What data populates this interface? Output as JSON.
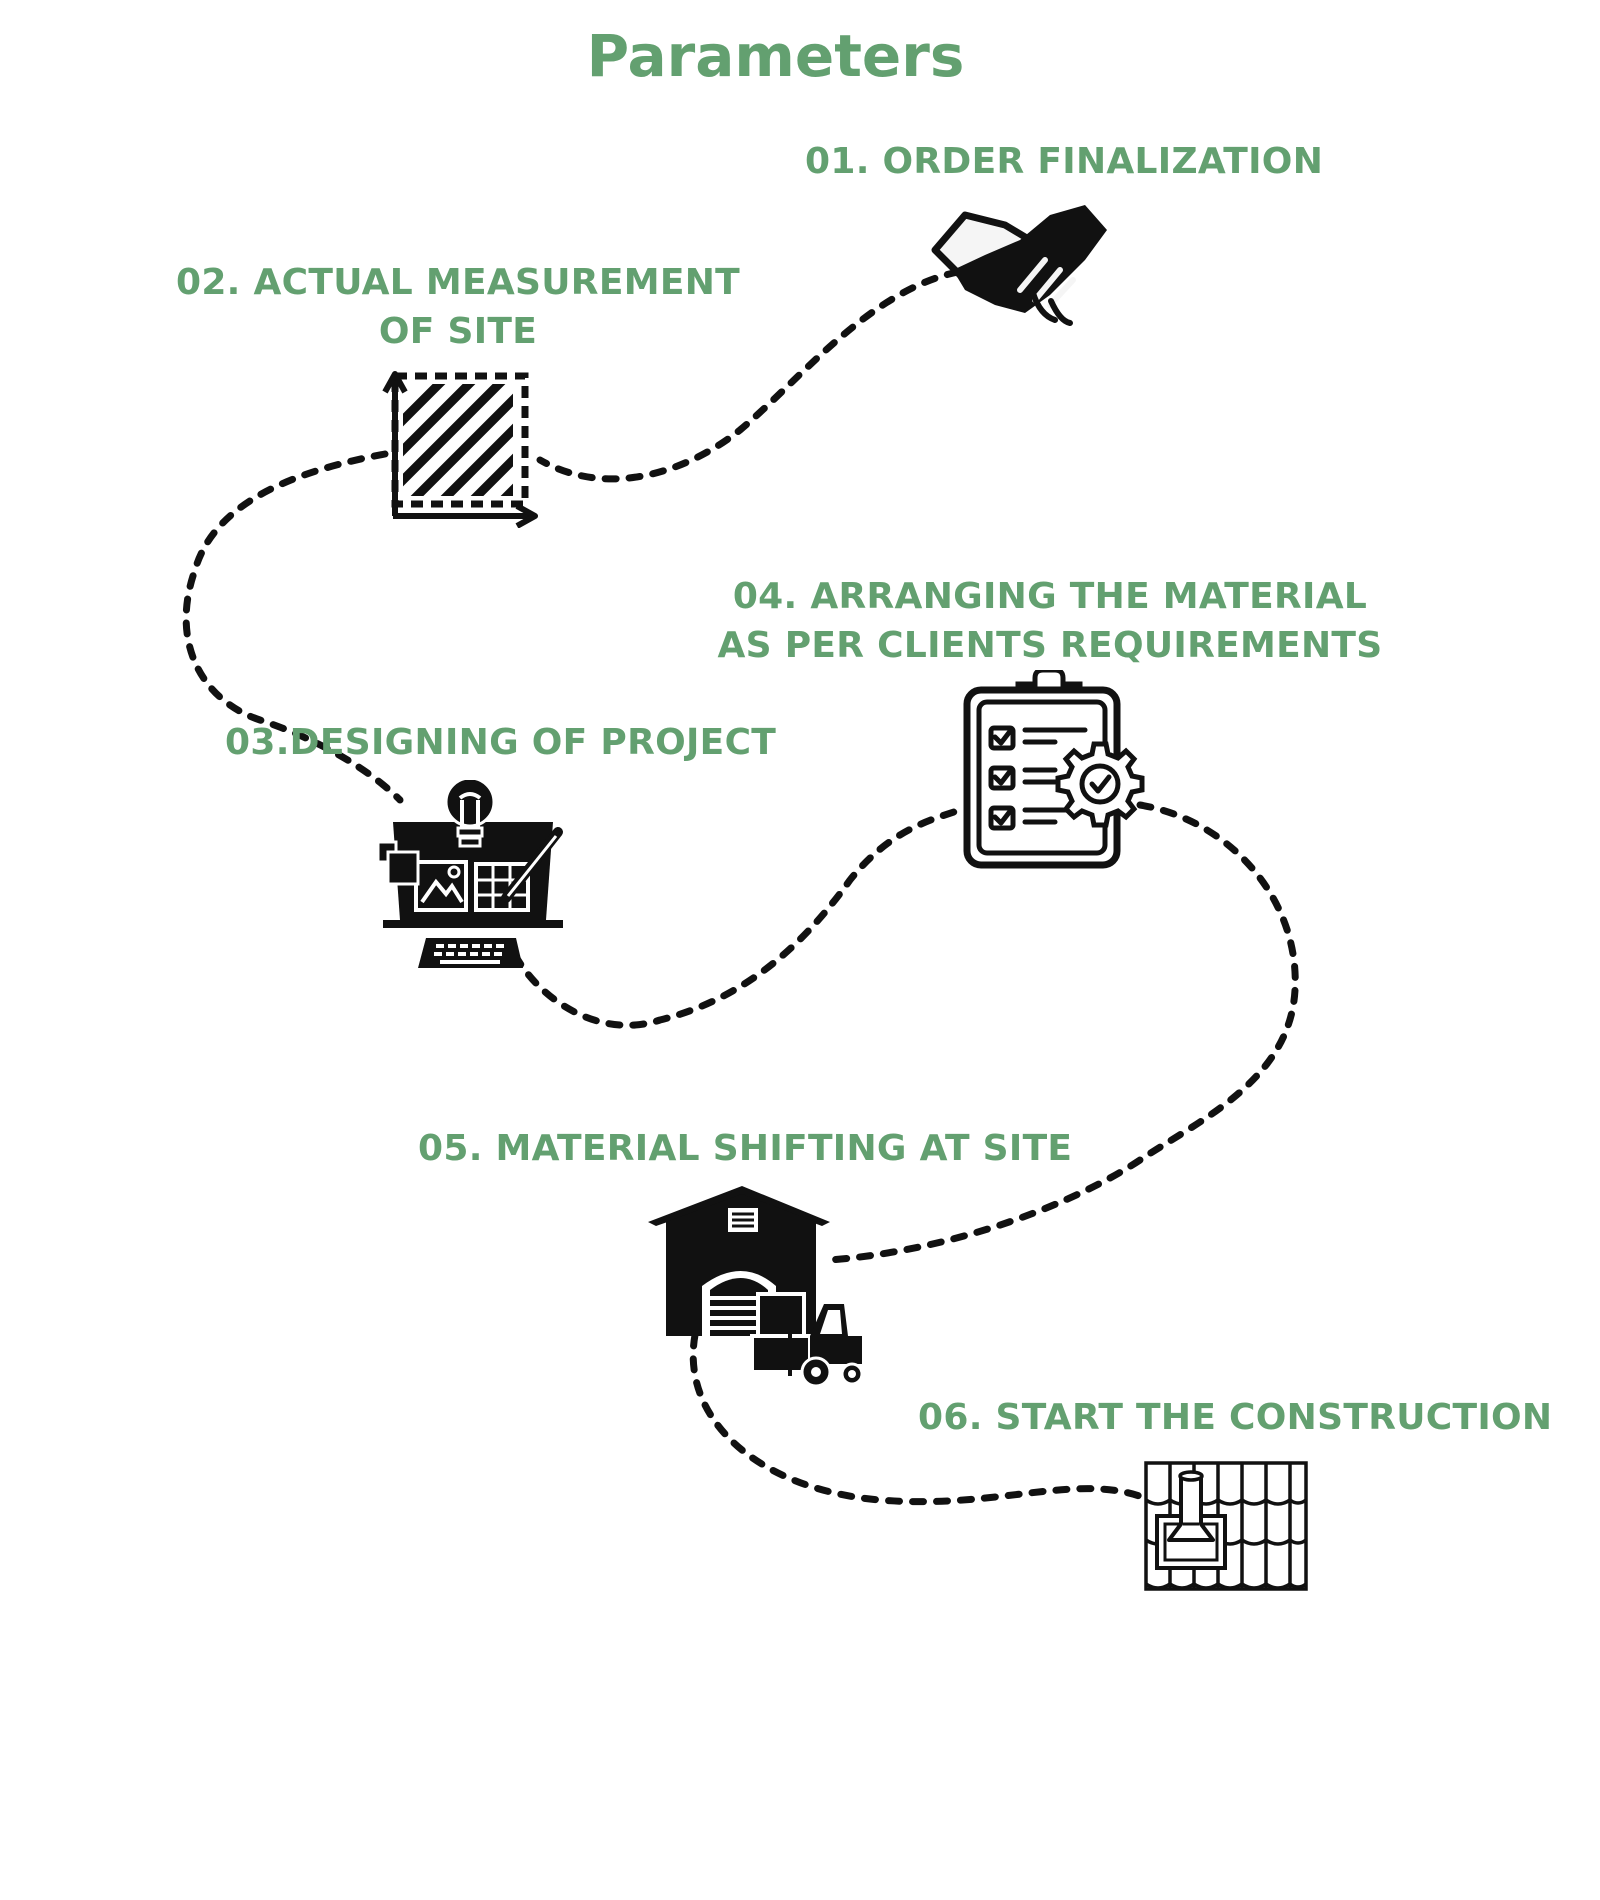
{
  "title": "Parameters",
  "accent_color": "#63a070",
  "icon_color": "#111111",
  "steps": [
    {
      "label_lines": [
        "01. ORDER FINALIZATION"
      ],
      "icon": "handshake-icon"
    },
    {
      "label_lines": [
        "02. ACTUAL MEASUREMENT",
        "OF SITE"
      ],
      "icon": "area-measurement-icon"
    },
    {
      "label_lines": [
        "03.DESIGNING OF PROJECT"
      ],
      "icon": "design-computer-icon"
    },
    {
      "label_lines": [
        "04. ARRANGING THE MATERIAL",
        "AS PER CLIENTS REQUIREMENTS"
      ],
      "icon": "checklist-gear-icon"
    },
    {
      "label_lines": [
        "05. MATERIAL SHIFTING AT SITE"
      ],
      "icon": "warehouse-forklift-icon"
    },
    {
      "label_lines": [
        "06. START THE CONSTRUCTION"
      ],
      "icon": "roof-chimney-icon"
    }
  ]
}
